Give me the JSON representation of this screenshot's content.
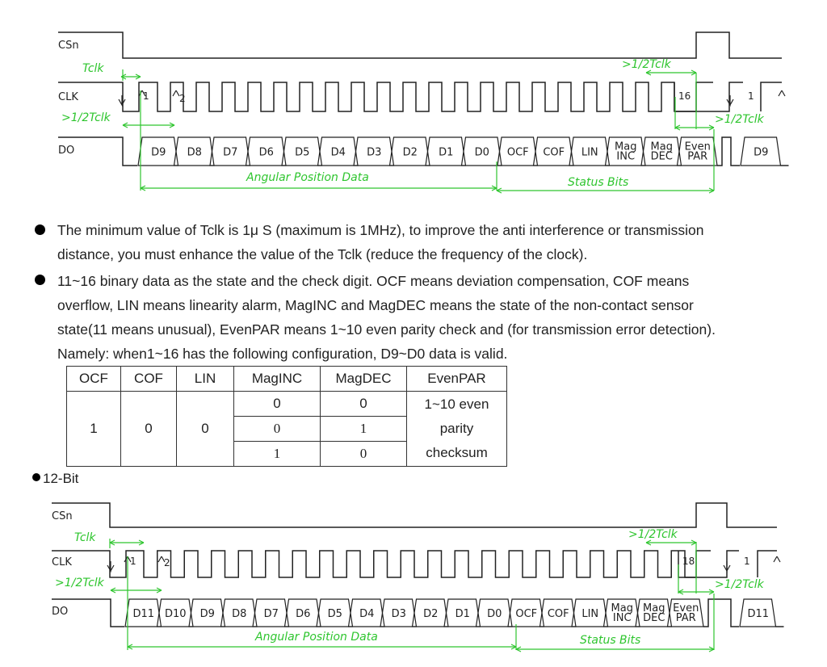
{
  "diagram1": {
    "signal_labels": [
      "CSn",
      "CLK",
      "DO"
    ],
    "tclk_label": "Tclk",
    "half_tclk_label": ">1/2Tclk",
    "clock_numbers": [
      "1",
      "2",
      "16",
      "1"
    ],
    "data_cells": [
      "D9",
      "D8",
      "D7",
      "D6",
      "D5",
      "D4",
      "D3",
      "D2",
      "D1",
      "D0",
      "OCF",
      "COF",
      "LIN",
      "Mag|INC",
      "Mag|DEC",
      "Even|PAR"
    ],
    "next_cell": "D9",
    "angular_label": "Angular Position Data",
    "status_label": "Status Bits"
  },
  "text": {
    "p1_line1": "The minimum value of Tclk is 1μ S (maximum is 1MHz), to improve the anti interference or transmission",
    "p1_line2": "distance, you must enhance the value of the Tclk (reduce the frequency of the clock).",
    "p2_line1": "11~16 binary data as the state and the check digit. OCF means deviation compensation, COF means",
    "p2_line2": "overflow, LIN means linearity alarm, MagINC and MagDEC means the state of the non-contact sensor",
    "p2_line3": "state(11 means unusual), EvenPAR means 1~10 even parity check and (for transmission error detection).",
    "p2_line4": "Namely: when1~16 has the following configuration, D9~D0 data is valid."
  },
  "table": {
    "headers": [
      "OCF",
      "COF",
      "LIN",
      "MagINC",
      "MagDEC",
      "EvenPAR"
    ],
    "ocf": "1",
    "cof": "0",
    "lin": "0",
    "rows": [
      {
        "maginc": "0",
        "magdec": "0"
      },
      {
        "maginc": "0",
        "magdec": "1"
      },
      {
        "maginc": "1",
        "magdec": "0"
      }
    ],
    "evenpar_line1": "1~10 even",
    "evenpar_line2": "parity",
    "evenpar_line3": "checksum"
  },
  "section_heading": "12-Bit",
  "diagram2": {
    "signal_labels": [
      "CSn",
      "CLK",
      "DO"
    ],
    "tclk_label": "Tclk",
    "half_tclk_label": ">1/2Tclk",
    "clock_numbers": [
      "1",
      "2",
      "18",
      "1"
    ],
    "data_cells": [
      "D11",
      "D10",
      "D9",
      "D8",
      "D7",
      "D6",
      "D5",
      "D4",
      "D3",
      "D2",
      "D1",
      "D0",
      "OCF",
      "COF",
      "LIN",
      "Mag|INC",
      "Mag|DEC",
      "Even|PAR"
    ],
    "next_cell": "D11",
    "angular_label": "Angular Position Data",
    "status_label": "Status Bits"
  },
  "colors": {
    "annotation": "#2ec52e",
    "line": "#222222"
  }
}
